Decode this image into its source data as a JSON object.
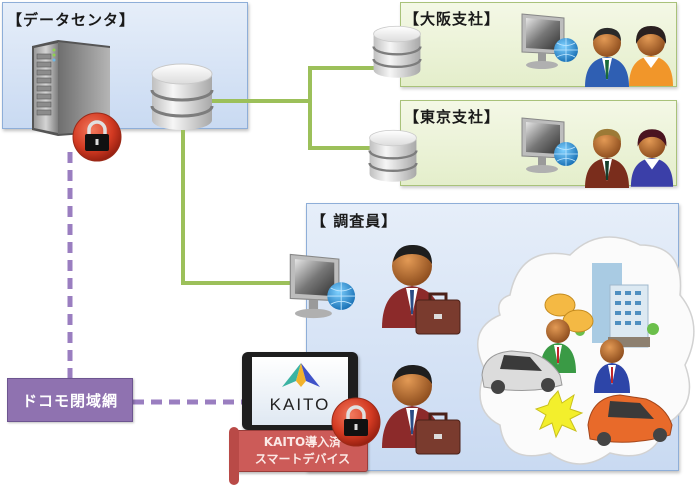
{
  "diagram": {
    "data_center": {
      "title": "【データセンタ】"
    },
    "osaka_branch": {
      "title": "【大阪支社】"
    },
    "tokyo_branch": {
      "title": "【東京支社】"
    },
    "investigators": {
      "title": "【 調査員】"
    },
    "docomo_network": {
      "label": "ドコモ閉域網"
    },
    "tablet": {
      "app_name": "KAITO"
    },
    "device_banner": {
      "line1": "KAITO導入済",
      "line2": "スマートデバイス"
    }
  },
  "colors": {
    "wired_link": "#9cc05a",
    "closed_network_link": "#8f72b0",
    "data_center_box": "#d5e2f5",
    "branch_box": "#e9f1d6",
    "banner": "#cc5b58",
    "lock_badge": "#d33a22"
  },
  "icons": {
    "data_center": [
      "server-tower-icon",
      "lock-icon",
      "database-icon"
    ],
    "osaka_branch": [
      "database-icon",
      "computer-globe-icon",
      "businessman-icon",
      "businesswoman-icon"
    ],
    "tokyo_branch": [
      "database-icon",
      "computer-globe-icon",
      "businessman-icon",
      "businesswoman-icon"
    ],
    "investigators": [
      "computer-globe-icon",
      "investigator-briefcase-icon",
      "tablet-icon",
      "lock-icon",
      "investigator-briefcase-icon"
    ],
    "accident_scene": [
      "building-icon",
      "speech-bubble-icon",
      "person-icon",
      "car-icon",
      "collision-icon"
    ]
  }
}
